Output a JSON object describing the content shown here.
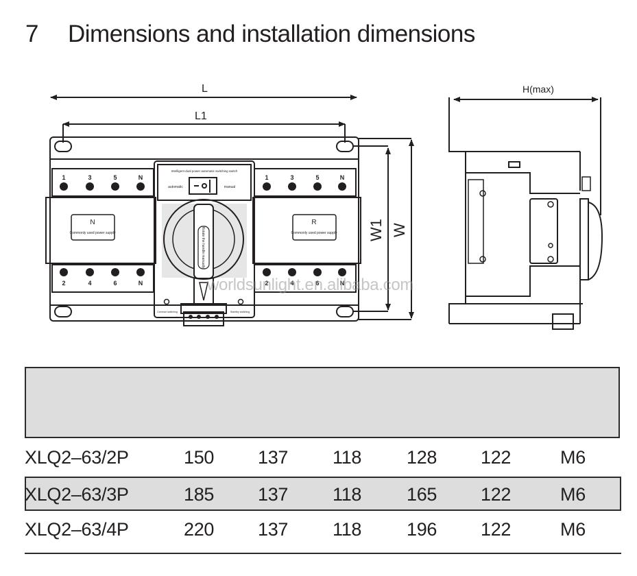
{
  "section": {
    "number": "7",
    "title": "Dimensions and installation dimensions"
  },
  "front_view": {
    "dim_L": "L",
    "dim_L1": "L1",
    "dim_W": "W",
    "dim_W1": "W1",
    "left_terminals_top": [
      "1",
      "3",
      "5",
      "N"
    ],
    "left_terminals_bottom": [
      "2",
      "4",
      "6",
      "N"
    ],
    "right_terminals_top": [
      "1",
      "3",
      "5",
      "N"
    ],
    "right_terminals_bottom": [
      "2",
      "4",
      "6",
      "N"
    ],
    "left_label_letter": "N",
    "left_label_text": "Commonly used power supply",
    "right_label_letter": "R",
    "right_label_text": "Commonly used power supply",
    "controller_title": "Intelligent dual power automatic switching switch",
    "mode_automatic": "automatic",
    "mode_manual": "manual",
    "handle_text": "Rotate the handle manually",
    "indicator_left": "Common switching",
    "indicator_right": "Standby switching"
  },
  "side_view": {
    "dim_H": "H(max)"
  },
  "watermark": "worldsunlight.en.alibaba.com",
  "table": {
    "header_columns": [],
    "rows": [
      {
        "model": "XLQ2–63/2P",
        "values": [
          "150",
          "137",
          "118",
          "128",
          "122",
          "M6"
        ],
        "shaded": false
      },
      {
        "model": "XLQ2–63/3P",
        "values": [
          "185",
          "137",
          "118",
          "165",
          "122",
          "M6"
        ],
        "shaded": true
      },
      {
        "model": "XLQ2–63/4P",
        "values": [
          "220",
          "137",
          "118",
          "196",
          "122",
          "M6"
        ],
        "shaded": false
      }
    ]
  }
}
